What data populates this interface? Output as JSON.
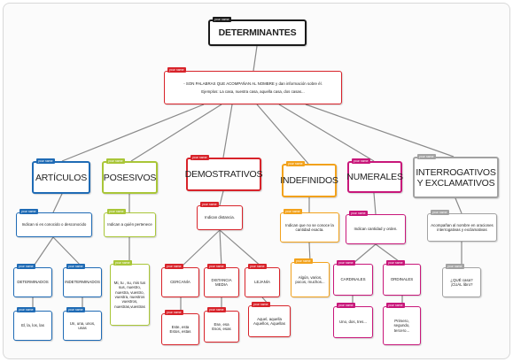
{
  "tag_label": "your name",
  "palette": {
    "black": "#1a1a1a",
    "red": "#d8232a",
    "blue": "#1f6bb5",
    "green": "#a9c638",
    "orange": "#f2a21c",
    "pink": "#c8177a",
    "grey": "#a2a2a2",
    "line": "#8a8a8a"
  },
  "title": "DETERMINANTES",
  "definition": {
    "line1": "- SON PALABRAS QUE ACOMPAÑAN AL NOMBRE y dan información sobre él.",
    "line2": "Ejemplos: La casa, nuestra casa, aquella casa, dos casas..."
  },
  "categories": {
    "articulos": {
      "label": "ARTÍCULOS",
      "desc": "Indican si es conocido o desconocido",
      "determinados": "DETERMINADOS",
      "determinados_ex": "El, la, los, las",
      "indeterminados": "INDETERMINADOS",
      "indeterminados_ex": "Un, una, unos,\nunas"
    },
    "posesivos": {
      "label": "POSESIVOS",
      "desc": "Indican a quién pertenece",
      "examples": "Mi, tu , su, mis tus\nsus, nuestro,\nnuestra, vuestro,\nvuestra, nuestros\nvuestros,\nnuestras,vuestras"
    },
    "demostrativos": {
      "label": "DEMOSTRATIVOS",
      "desc": "Indican distancia.",
      "cercania": "CERCANÍA",
      "cercania_ex": "Este, esta\nEstos, estas",
      "distancia_media": "DISTANCIA\nMEDIA",
      "distancia_media_ex": "Ese, esa\nEsos, esas",
      "lejania": "LEJANÍA",
      "lejania_ex": "Aquel, aquella\nAquellos, Aquellas"
    },
    "indefinidos": {
      "label": "INDEFINIDOS",
      "desc": "Indican que no se conoce  la\ncantidad exacta.",
      "examples": "Algún, varios,\npocos, muchos..."
    },
    "numerales": {
      "label": "NUMERALES",
      "desc": "Indican cantidad y orden.",
      "cardinales": "CARDINALES",
      "cardinales_ex": "Uno, dos, tres...",
      "ordinales": "ORDINALES",
      "ordinales_ex": "Primero,\nsegundo,\ntercero..."
    },
    "interrogativos": {
      "label": "INTERROGATIVOS\nY EXCLAMATIVOS",
      "desc": "Acompañan al nombre en oraciones\ninterrogativas y exclamativas",
      "examples": "¿QUÉ casa?\n¡CUÁL libro?"
    }
  }
}
